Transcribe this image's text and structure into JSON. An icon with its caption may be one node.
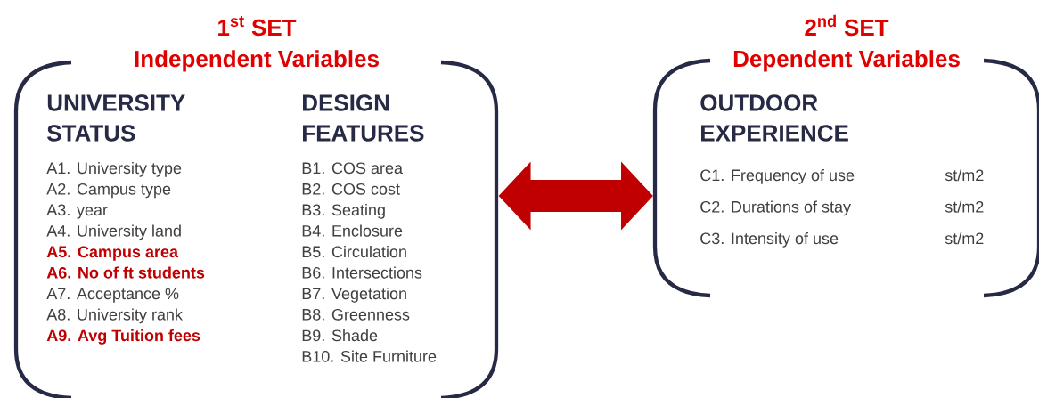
{
  "diagram": {
    "nodes": [
      {
        "text": [
          "1$^{st}$ SET",
          "Independent Variables"
        ]
      },
      {
        "text": [
          "UNIVERSITY STATUS",
          "A1. University type",
          "A2. Campus type",
          "A3. year",
          "A4. University land",
          "**A5. Campus area**",
          "**A6. No of ft students**",
          "A7. Acceptance %",
          "A8. University rank",
          "**A9. Avg Tuition fees**"
        ],
        "in": 0
      },
      {
        "text": [
          "DESIGN FEATURES",
          "B1. COS area",
          "B2. COS cost",
          "B3. Seating",
          "B4. Enclosure",
          "B5. Circulation",
          "B6. Intersections",
          "B7. Vegetation",
          "B8. Greenness",
          "B9. Shade",
          "B10. Site Furniture"
        ],
        "in": 0
      },
      {
        "text": [
          "2$^{nd}$ SET",
          "Dependent Variables"
        ]
      },
      {
        "text": [
          "OUTDOOR EXPERIENCE",
          "C1. Frequency of use",
          "st/m2",
          "C2. Durations of stay",
          "st/m2",
          "C3. Intensity of use",
          "st/m2"
        ],
        "in": 3
      }
    ],
    "edges": [
      {
        "from": 0,
        "to": 3,
        "arrow": "both"
      }
    ]
  }
}
